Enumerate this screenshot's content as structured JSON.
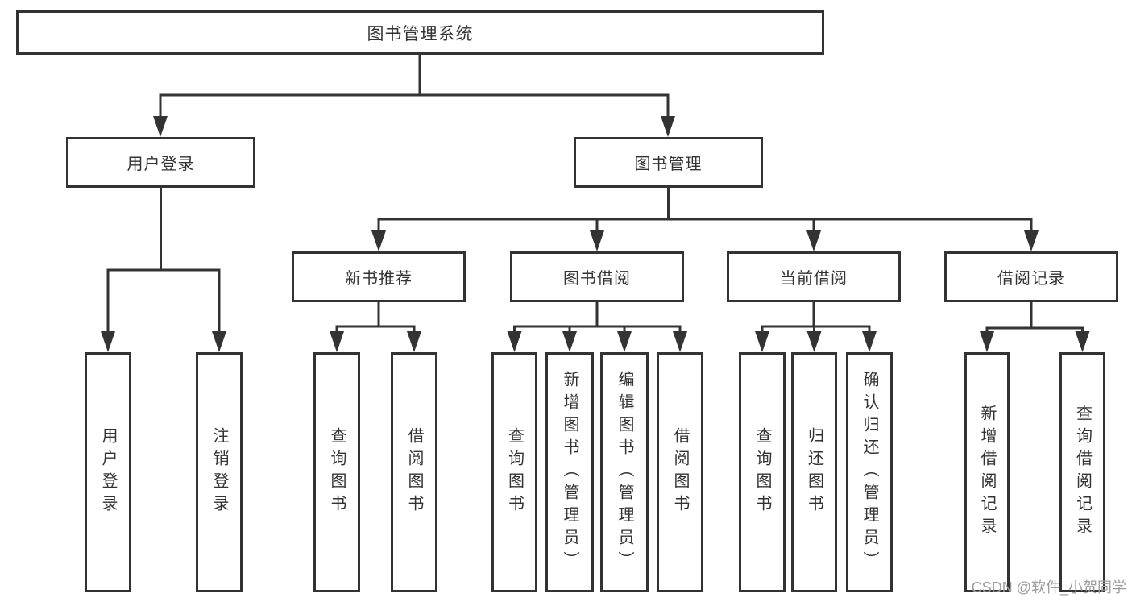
{
  "colors": {
    "line": "#333333",
    "text": "#333333",
    "watermark_gray": "#9c9c9c",
    "background": "#ffffff"
  },
  "watermark": {
    "text": "CSDN @软件_小贺同学"
  },
  "tree": {
    "label": "图书管理系统",
    "children": [
      {
        "label": "用户登录",
        "children": [
          {
            "label": "用户登录"
          },
          {
            "label": "注销登录"
          }
        ]
      },
      {
        "label": "图书管理",
        "children": [
          {
            "label": "新书推荐",
            "children": [
              {
                "label": "查询图书"
              },
              {
                "label": "借阅图书"
              }
            ]
          },
          {
            "label": "图书借阅",
            "children": [
              {
                "label": "查询图书"
              },
              {
                "label": "新增图书（管理员）"
              },
              {
                "label": "编辑图书（管理员）"
              },
              {
                "label": "借阅图书"
              }
            ]
          },
          {
            "label": "当前借阅",
            "children": [
              {
                "label": "查询图书"
              },
              {
                "label": "归还图书"
              },
              {
                "label": "确认归还（管理员）"
              }
            ]
          },
          {
            "label": "借阅记录",
            "children": [
              {
                "label": "新增借阅记录"
              },
              {
                "label": "查询借阅记录"
              }
            ]
          }
        ]
      }
    ]
  }
}
